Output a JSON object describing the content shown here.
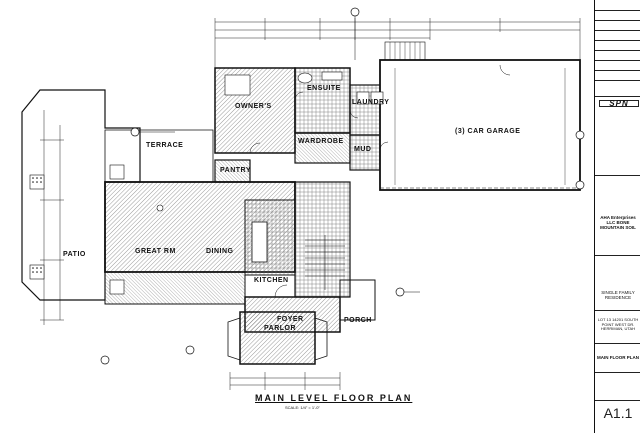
{
  "rooms": {
    "owners": "OWNER'S",
    "ensuite": "ENSUITE",
    "laundry": "LAUNDRY",
    "mud": "MUD",
    "wardrobe": "WARDROBE",
    "pantry": "PANTRY",
    "terrace": "TERRACE",
    "patio": "PATIO",
    "great_rm": "GREAT RM",
    "dining": "DINING",
    "kitchen": "KITCHEN",
    "foyer": "FOYER",
    "porch": "PORCH",
    "parlor": "PARLOR",
    "garage_num": "3",
    "garage": "CAR GARAGE"
  },
  "drawing": {
    "title": "MAIN LEVEL FLOOR PLAN",
    "scale": "SCALE: 1/4\" = 1'-0\""
  },
  "title_block": {
    "logo": "SPN",
    "builder": "AHA Enterprises LLC BONE MOUNTAIN SOIL",
    "project_type": "SINGLE FAMILY RESIDENCE",
    "address": "LOT 13 14201 SOUTH POINT WEST DR. HERRIMAN, UTAH",
    "sheet_title": "MAIN FLOOR PLAN",
    "sheet_number": "A1.1"
  },
  "colors": {
    "line": "#111111",
    "hatch": "#444444"
  }
}
